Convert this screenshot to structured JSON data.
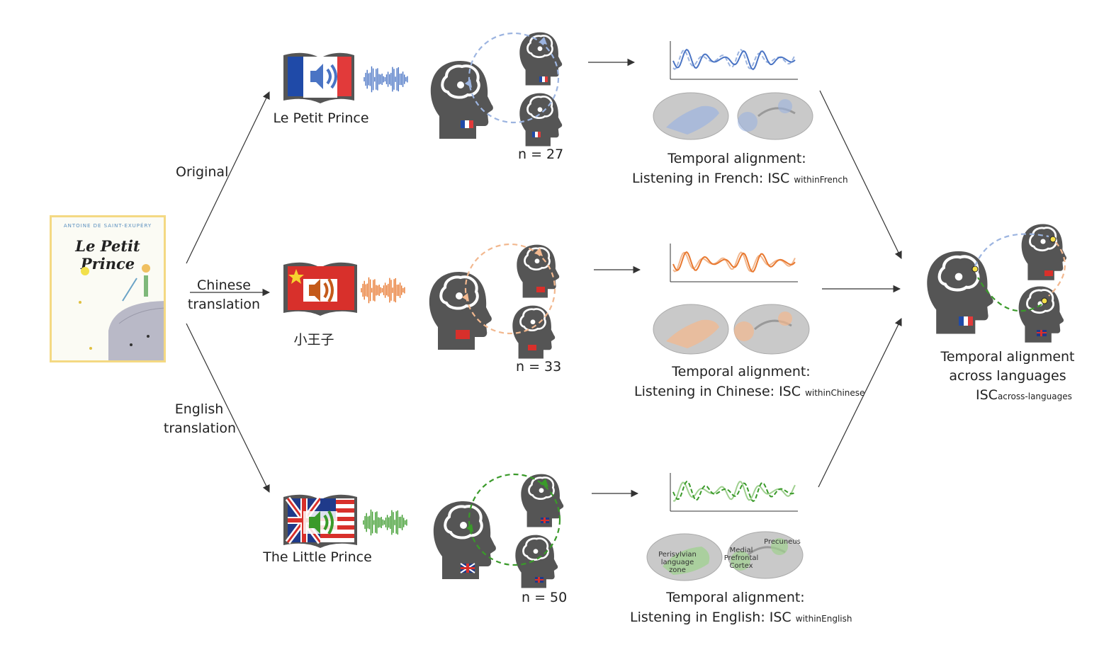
{
  "cover": {
    "author": "ANTOINE DE SAINT-EXUPÉRY",
    "title": "Le Petit Prince"
  },
  "branches": {
    "original": "Original",
    "chinese_line1": "Chinese",
    "chinese_line2": "translation",
    "english_line1": "English",
    "english_line2": "translation"
  },
  "books": {
    "french": "Le Petit Prince",
    "chinese": "小王子",
    "english": "The Little Prince"
  },
  "groups": {
    "french_n": "n = 27",
    "chinese_n": "n = 33",
    "english_n": "n = 50"
  },
  "alignment": {
    "heading": "Temporal alignment:",
    "french_prefix": "Listening in French: ISC",
    "french_sub": "withinFrench",
    "chinese_prefix": "Listening in Chinese: ISC",
    "chinese_sub": "withinChinese",
    "english_prefix": "Listening in English: ISC",
    "english_sub": "withinEnglish"
  },
  "regions": {
    "perisylvian": "Perisylvian language zone",
    "mpfc": "Medial Prefrontal Cortex",
    "precuneus": "Precuneus"
  },
  "result": {
    "line1": "Temporal alignment",
    "line2": "across languages",
    "isc": "ISC",
    "isc_sub": "across-languages"
  },
  "colors": {
    "french": "#4a74c4",
    "french_light": "#9cb4e0",
    "chinese": "#e8782f",
    "chinese_light": "#f2b88f",
    "english": "#3a9a2a",
    "english_light": "#9fd08f",
    "head": "#555555",
    "arrow": "#333333"
  },
  "icons": {
    "book": "open-book-speaker-icon",
    "head": "human-head-brain-icon",
    "brain": "cortex-surface-icon",
    "wave": "sound-wave-icon",
    "timeseries": "time-series-icon"
  }
}
